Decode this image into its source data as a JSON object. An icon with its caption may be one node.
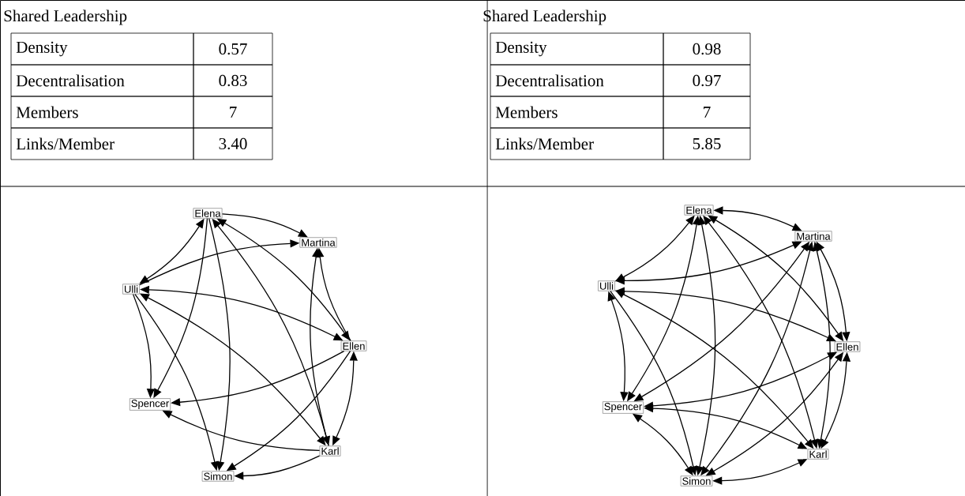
{
  "diagram": {
    "nodes": [
      {
        "text": [
          "Elena"
        ]
      },
      {
        "text": [
          "Martina"
        ]
      },
      {
        "text": [
          "Ulli"
        ]
      },
      {
        "text": [
          "Ellen"
        ]
      },
      {
        "text": [
          "Spencer"
        ]
      },
      {
        "text": [
          "Karl"
        ]
      },
      {
        "text": [
          "Simon"
        ]
      },
      {
        "text": [
          "Elena"
        ]
      },
      {
        "text": [
          "Martina"
        ]
      },
      {
        "text": [
          "Ulli"
        ]
      },
      {
        "text": [
          "Ellen"
        ]
      },
      {
        "text": [
          "Spencer"
        ]
      },
      {
        "text": [
          "Karl"
        ]
      },
      {
        "text": [
          "Simon"
        ]
      }
    ],
    "edges": [
      {
        "from": 0,
        "to": 1,
        "arrow": "to"
      },
      {
        "from": 0,
        "to": 2,
        "arrow": "both"
      },
      {
        "from": 2,
        "to": 1,
        "arrow": "to"
      },
      {
        "from": 0,
        "to": 4,
        "arrow": "to"
      },
      {
        "from": 0,
        "to": 6,
        "arrow": "to"
      },
      {
        "from": 0,
        "to": 5,
        "arrow": "both"
      },
      {
        "from": 0,
        "to": 3,
        "arrow": "both"
      },
      {
        "from": 2,
        "to": 3,
        "arrow": "both"
      },
      {
        "from": 2,
        "to": 5,
        "arrow": "both"
      },
      {
        "from": 2,
        "to": 4,
        "arrow": "to"
      },
      {
        "from": 2,
        "to": 6,
        "arrow": "to"
      },
      {
        "from": 3,
        "to": 4,
        "arrow": "to"
      },
      {
        "from": 3,
        "to": 6,
        "arrow": "to"
      },
      {
        "from": 5,
        "to": 6,
        "arrow": "to"
      },
      {
        "from": 5,
        "to": 4,
        "arrow": "to"
      },
      {
        "from": 5,
        "to": 1,
        "arrow": "to"
      },
      {
        "from": 3,
        "to": 1,
        "arrow": "to"
      },
      {
        "from": 3,
        "to": 5,
        "arrow": "both"
      },
      {
        "from": 7,
        "to": 8,
        "arrow": "both"
      },
      {
        "from": 7,
        "to": 9,
        "arrow": "both"
      },
      {
        "from": 7,
        "to": 10,
        "arrow": "both"
      },
      {
        "from": 7,
        "to": 11,
        "arrow": "both"
      },
      {
        "from": 7,
        "to": 12,
        "arrow": "both"
      },
      {
        "from": 7,
        "to": 13,
        "arrow": "both"
      },
      {
        "from": 8,
        "to": 9,
        "arrow": "both"
      },
      {
        "from": 8,
        "to": 10,
        "arrow": "both"
      },
      {
        "from": 8,
        "to": 11,
        "arrow": "both"
      },
      {
        "from": 8,
        "to": 12,
        "arrow": "both"
      },
      {
        "from": 8,
        "to": 13,
        "arrow": "both"
      },
      {
        "from": 9,
        "to": 10,
        "arrow": "both"
      },
      {
        "from": 9,
        "to": 11,
        "arrow": "both"
      },
      {
        "from": 9,
        "to": 12,
        "arrow": "both"
      },
      {
        "from": 9,
        "to": 13,
        "arrow": "to"
      },
      {
        "from": 10,
        "to": 11,
        "arrow": "both"
      },
      {
        "from": 10,
        "to": 12,
        "arrow": "both"
      },
      {
        "from": 10,
        "to": 13,
        "arrow": "both"
      },
      {
        "from": 11,
        "to": 12,
        "arrow": "both"
      },
      {
        "from": 11,
        "to": 13,
        "arrow": "both"
      },
      {
        "from": 12,
        "to": 13,
        "arrow": "both"
      }
    ],
    "labels": [
      "Shared Leadership",
      "Density",
      "0.57",
      "Decentralisation",
      "0.83",
      "Members",
      "7",
      "Links/Member",
      "3.40",
      "Shared Leadership",
      "Density",
      "0.98",
      "Decentralisation",
      "0.97",
      "Members",
      "7",
      "Links/Member",
      "5.85"
    ]
  }
}
